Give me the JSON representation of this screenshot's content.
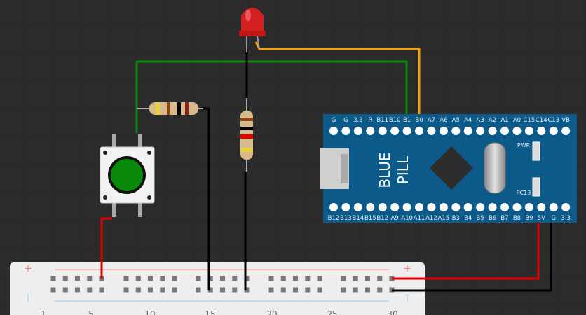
{
  "board": {
    "name_line1": "BLUE",
    "name_line2": "PILL",
    "pwr_label": "PWR",
    "pc13_label": "PC13",
    "top_pins": [
      "G",
      "G",
      "3.3",
      "R",
      "B11",
      "B10",
      "B1",
      "B0",
      "A7",
      "A6",
      "A5",
      "A4",
      "A3",
      "A2",
      "A1",
      "A0",
      "C15",
      "C14",
      "C13",
      "VB"
    ],
    "bottom_pins": [
      "B12",
      "B13",
      "B14",
      "B15",
      "B12",
      "A9",
      "A10",
      "A11",
      "A12",
      "A15",
      "B3",
      "B4",
      "B5",
      "B6",
      "B7",
      "B8",
      "B9",
      "5V",
      "G",
      "3.3"
    ],
    "color": "#0b5a8a"
  },
  "breadboard": {
    "plus_label": "+",
    "column_numbers": [
      "1",
      "5",
      "10",
      "15",
      "20",
      "25",
      "30"
    ]
  },
  "wires": {
    "green": "#0a8a0a",
    "orange": "#f5a300",
    "red": "#e00000",
    "black": "#000000"
  },
  "components": [
    "led-red",
    "resistor-horizontal",
    "resistor-vertical",
    "pushbutton-green",
    "blue-pill-board",
    "breadboard"
  ]
}
